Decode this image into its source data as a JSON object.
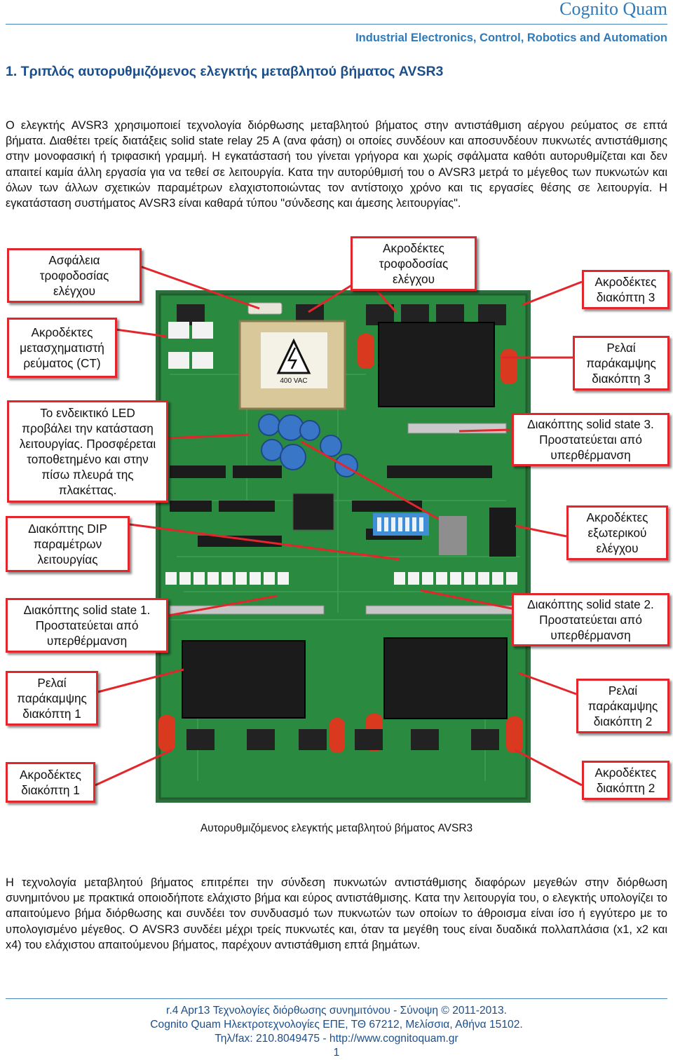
{
  "header": {
    "brand": "Cognito Quam",
    "subtitle": "Industrial Electronics, Control, Robotics and Automation"
  },
  "heading": "1. Τριπλός αυτορυθμιζόμενος ελεγκτής μεταβλητού βήματος AVSR3",
  "intro_paragraph": "Ο ελεγκτής AVSR3 χρησιμοποιεί τεχνολογία διόρθωσης μεταβλητού βήματος στην αντιστάθμιση αέργου ρεύματος σε επτά βήματα. Διαθέτει τρείς διατάξεις solid state relay 25 A (ανα φάση) οι οποίες συνδέουν και αποσυνδέουν πυκνωτές αντιστάθμισης στην μονοφασική ή τριφασική γραμμή. Η εγκατάστασή του γίνεται γρήγορα και χωρίς σφάλματα καθότι αυτορυθμίζεται και δεν απαιτεί καμία άλλη εργασία για να τεθεί σε λειτουργία. Κατα την αυτορύθμισή του ο AVSR3 μετρά το μέγεθος των πυκνωτών και όλων των άλλων σχετικών παραμέτρων ελαχιστοποιώντας τον αντίστοιχο χρόνο και τις εργασίες θέσης σε λειτουργία. Η εγκατάσταση συστήματος AVSR3 είναι καθαρά τύπου \"σύνδεσης και άμεσης λειτουργίας\".",
  "figure": {
    "transformer_label": "400 VAC",
    "callouts": {
      "fuse": "Ασφάλεια\nτροφοδοσίας\nελέγχου",
      "supply_terminals": "Ακροδέκτες\nτροφοδοσίας\nελέγχου",
      "switch3_terminals": "Ακροδέκτες\nδιακόπτη 3",
      "ct_terminals": "Ακροδέκτες\nμετασχηματιστή\nρεύματος (CT)",
      "relay3": "Ρελαί\nπαράκαμψης\nδιακόπτη 3",
      "led": "Το ενδεικτικό LED\nπροβάλει την κατάσταση\nλειτουργίας. Προσφέρεται\nτοποθετημένο και στην\nπίσω πλευρά της\nπλακέττας.",
      "ss3": "Διακόπτης solid state 3.\nΠροστατεύεται από\nυπερθέρμανση",
      "dip": "Διακόπτης DIP\nπαραμέτρων\nλειτουργίας",
      "external": "Ακροδέκτες\nεξωτερικού\nελέγχου",
      "ss1": "Διακόπτης solid state 1.\nΠροστατεύεται από\nυπερθέρμανση",
      "ss2": "Διακόπτης solid state 2.\nΠροστατεύεται από\nυπερθέρμανση",
      "relay1": "Ρελαί\nπαράκαμψης\nδιακόπτη 1",
      "relay2": "Ρελαί\nπαράκαμψης\nδιακόπτη 2",
      "switch1_terminals": "Ακροδέκτες\nδιακόπτη 1",
      "switch2_terminals": "Ακροδέκτες\nδιακόπτη 2"
    },
    "caption": "Αυτορυθμιζόμενος ελεγκτής μεταβλητού βήματος AVSR3"
  },
  "second_paragraph": "Η τεχνολογία μεταβλητού βήματος επιτρέπει την σύνδεση πυκνωτών αντιστάθμισης διαφόρων μεγεθών στην διόρθωση συνημιτόνου με πρακτικά οποιοδήποτε ελάχιστο βήμα και εύρος αντιστάθμισης. Κατα την λειτουργία του, ο ελεγκτής υπολογίζει το απαιτούμενο βήμα διόρθωσης και συνδέει τον συνδυασμό των πυκνωτών των οποίων το άθροισμα είναι ίσο ή εγγύτερο με το υπολογισμένο μέγεθος. Ο AVSR3 συνδέει μέχρι τρείς πυκνωτές και, όταν τα μεγέθη τους είναι δυαδικά πολλαπλάσια (x1, x2 και x4) του ελάχιστου απαιτούμενου βήματος, παρέχουν αντιστάθμιση επτά βημάτων.",
  "footer": {
    "line1": "r.4 Apr13 Τεχνολογίες διόρθωσης συνημιτόνου - Σύνοψη © 2011-2013.",
    "line2": "Cognito Quam Ηλεκτροτεχνολογίες ΕΠΕ, ΤΘ 67212, Μελίσσια, Αθήνα 15102.",
    "line3": "Τηλ/fax: 210.8049475 - http://www.cognitoquam.gr",
    "page": "1"
  }
}
